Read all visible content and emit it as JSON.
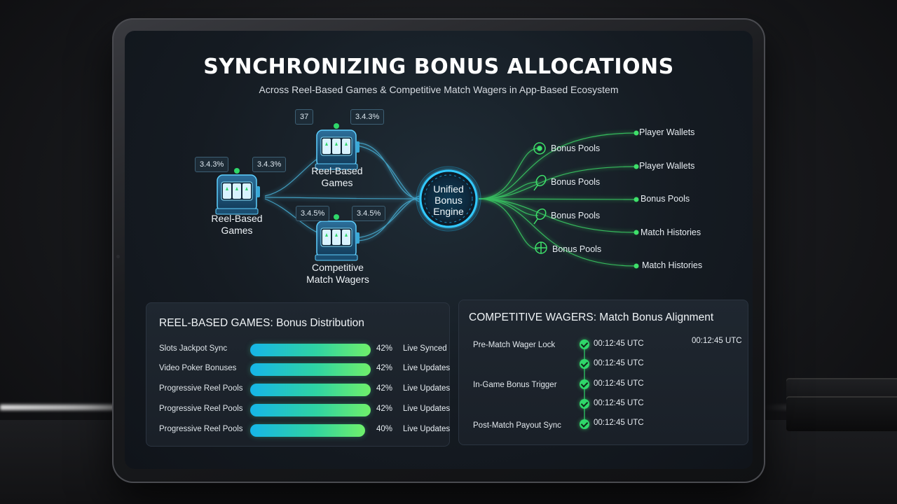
{
  "header": {
    "title": "SYNCHRONIZING BONUS ALLOCATIONS",
    "subtitle": "Across Reel-Based Games & Competitive Match Wagers in App-Based Ecosystem"
  },
  "flow": {
    "sources": [
      {
        "label": "Reel-Based\nGames",
        "badges": [
          "3.4.3%",
          "3.4.3%"
        ]
      },
      {
        "label": "Reel-Based\nGames",
        "badges": [
          "37",
          "3.4.3%"
        ]
      },
      {
        "label": "Competitive\nMatch Wagers",
        "badges": [
          "3.4.5%",
          "3.4.5%"
        ]
      }
    ],
    "engine": "Unified\nBonus\nEngine",
    "destinations": [
      "Player Wallets",
      "Bonus Pools",
      "Player Wallets",
      "Bonus Pools",
      "Bonus Pools",
      "Bonus Pools",
      "Match Histories",
      "Bonus Pools",
      "Match Histories"
    ]
  },
  "reel_panel": {
    "title": "REEL-BASED GAMES: Bonus Distribution",
    "rows": [
      {
        "label": "Slots Jackpot Sync",
        "percent": 42,
        "percent_text": "42%",
        "status": "Live Synced"
      },
      {
        "label": "Video Poker Bonuses",
        "percent": 42,
        "percent_text": "42%",
        "status": "Live Updates"
      },
      {
        "label": "Progressive Reel Pools",
        "percent": 42,
        "percent_text": "42%",
        "status": "Live Updates"
      },
      {
        "label": "Progressive Reel Pools",
        "percent": 42,
        "percent_text": "42%",
        "status": "Live Updates"
      },
      {
        "label": "Progressive Reel Pools",
        "percent": 40,
        "percent_text": "40%",
        "status": "Live Updates"
      }
    ]
  },
  "match_panel": {
    "title": "COMPETITIVE WAGERS: Match Bonus Alignment",
    "stages": [
      {
        "label": "Pre-Match Wager Lock"
      },
      {
        "label": "In-Game Bonus Trigger"
      },
      {
        "label": "Post-Match Payout Sync"
      }
    ],
    "times": [
      "00:12:45 UTC",
      "00:12:45 UTC",
      "00:12:45 UTC",
      "00:12:45 UTC",
      "00:12:45 UTC"
    ],
    "time_right": "00:12:45 UTC"
  },
  "colors": {
    "accent_cyan": "#1fb6f0",
    "accent_green": "#3ee06a",
    "panel_bg": "#1f2730"
  }
}
